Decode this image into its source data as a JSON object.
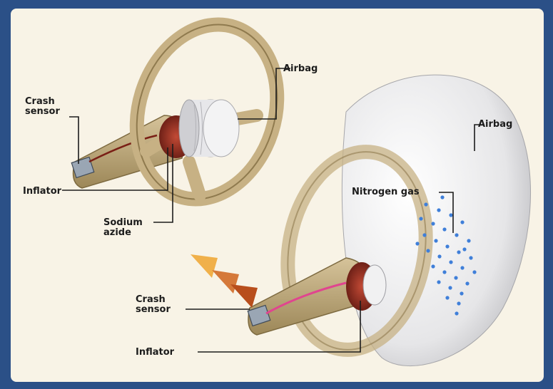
{
  "diagram": {
    "labels": {
      "top_airbag": "Airbag",
      "top_crash_sensor": "Crash\nsensor",
      "top_inflator": "Inflator",
      "top_sodium_azide": "Sodium\nazide",
      "bottom_airbag": "Airbag",
      "bottom_nitrogen_gas": "Nitrogen gas",
      "bottom_crash_sensor": "Crash\nsensor",
      "bottom_inflator": "Inflator"
    },
    "colors": {
      "frame": "#2b5087",
      "background": "#f8f3e6",
      "wheel": "#c7b184",
      "wheel_dark": "#8f7a4e",
      "airbag": "#e9e9ea",
      "inflator": "#8e2a1e",
      "gas_dots": "#3f7fd9",
      "arrow_light": "#f0b04a",
      "arrow_dark": "#b84e1c",
      "sensor_wire": "#e0458f"
    }
  }
}
